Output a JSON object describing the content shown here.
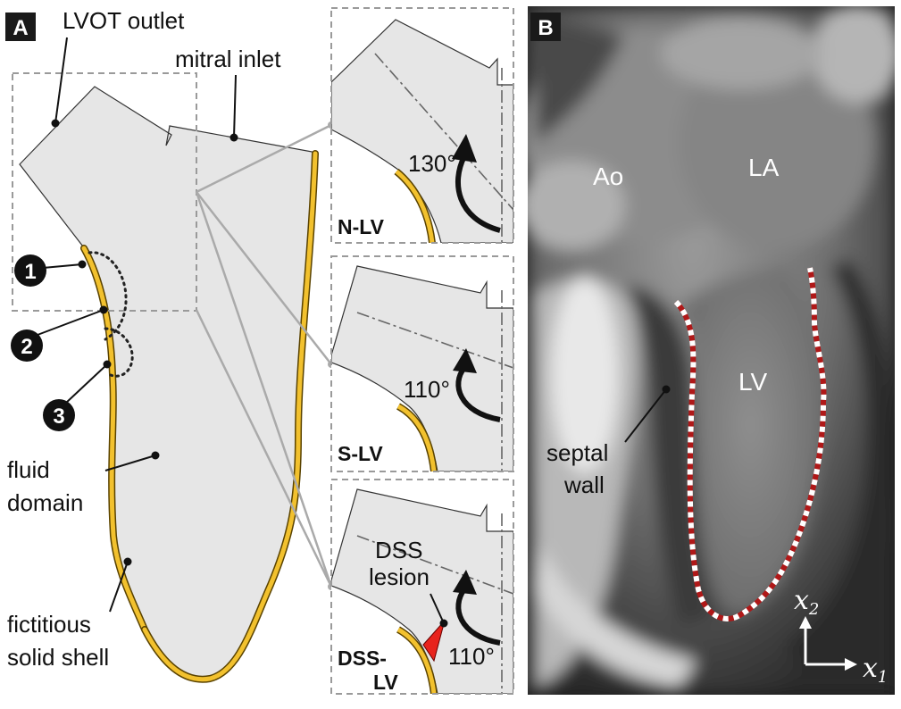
{
  "panel_a": {
    "tag": "A",
    "labels": {
      "lvot_outlet": "LVOT outlet",
      "mitral_inlet": "mitral inlet",
      "fluid_line1": "fluid",
      "fluid_line2": "domain",
      "shell_line1": "fictitious",
      "shell_line2": "solid shell"
    },
    "markers": [
      "1",
      "2",
      "3"
    ],
    "colors": {
      "shell": "#f2c12e",
      "domain_fill": "#e6e6e6",
      "lesion": "#e8231c",
      "badge": "#111111"
    }
  },
  "insets": [
    {
      "name": "N-LV",
      "angle": "130°"
    },
    {
      "name": "S-LV",
      "angle": "110°"
    },
    {
      "name_line1": "DSS-",
      "name_line2": "LV",
      "angle": "110°",
      "lesion_line1": "DSS",
      "lesion_line2": "lesion"
    }
  ],
  "panel_b": {
    "tag": "B",
    "labels": {
      "ao": "Ao",
      "la": "LA",
      "lv": "LV",
      "septal_line1": "septal",
      "septal_line2": "wall"
    },
    "axes": {
      "x2": "x",
      "x2_sub": "2",
      "x1": "x",
      "x1_sub": "1"
    },
    "colors": {
      "contour_a": "#b01818",
      "contour_b": "#ffffff"
    }
  }
}
